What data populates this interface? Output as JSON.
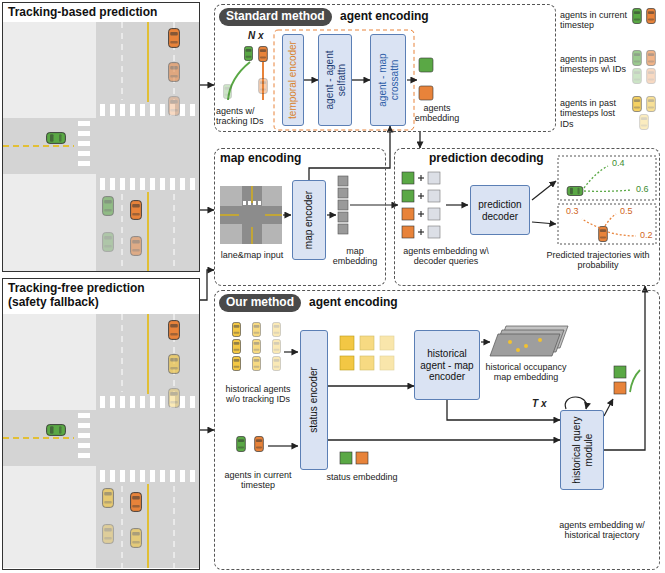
{
  "diagram": {
    "nodes": [
      {
        "text": [
          "Tracking-based prediction"
        ]
      },
      {
        "text": [
          "Tracking-free prediction (safety fallback)"
        ]
      },
      {
        "text": [
          "Standard method",
          "agent encoding"
        ]
      },
      {
        "text": [
          "temporal encoder"
        ],
        "in": 2
      },
      {
        "text": [
          "agent - agent selfattn"
        ],
        "in": 2
      },
      {
        "text": [
          "agent - map crossattn"
        ],
        "in": 2
      },
      {
        "text": [
          "map encoding"
        ]
      },
      {
        "text": [
          "map encoder"
        ],
        "in": 6
      },
      {
        "text": [
          "prediction decoding"
        ]
      },
      {
        "text": [
          "prediction decoder"
        ],
        "in": 8
      },
      {
        "text": [
          "Our method",
          "agent encoding"
        ]
      },
      {
        "text": [
          "status encoder"
        ],
        "in": 10
      },
      {
        "text": [
          "historical agent - map encoder"
        ],
        "in": 10
      },
      {
        "text": [
          "historical query module"
        ],
        "in": 10
      }
    ],
    "edges": [
      {
        "from": 0,
        "to": 2,
        "arrow": "to"
      },
      {
        "from": 0,
        "to": 6,
        "arrow": "to"
      },
      {
        "from": 1,
        "to": 6,
        "arrow": "to"
      },
      {
        "from": 1,
        "to": 10,
        "arrow": "to"
      },
      {
        "from": 3,
        "to": 4,
        "arrow": "to"
      },
      {
        "from": 4,
        "to": 5,
        "arrow": "to"
      },
      {
        "from": 7,
        "to": 5,
        "arrow": "to"
      },
      {
        "from": 2,
        "to": 8,
        "arrow": "to"
      },
      {
        "from": 11,
        "to": 12,
        "arrow": "to"
      },
      {
        "from": 11,
        "to": 13,
        "arrow": "to"
      },
      {
        "from": 12,
        "to": 13,
        "arrow": "to"
      },
      {
        "from": 13,
        "to": 8,
        "arrow": "to"
      }
    ],
    "labels": [
      "N x",
      "agents w/ tracking IDs",
      "agents embedding",
      "lane&map input",
      "map embedding",
      "agents embedding w\\ decoder queries",
      "0.4",
      "0.6",
      "0.3",
      "0.5",
      "0.2",
      "Predicted trajectories with probability",
      "historical agents w/o tracking IDs",
      "historical occupancy map embedding",
      "T x",
      "agents in current timestep",
      "status embedding",
      "agents embedding w/ historical trajectory"
    ],
    "legend": [
      {
        "text": "agents in current timestep"
      },
      {
        "text": "agents in past timesteps w\\ IDs"
      },
      {
        "text": "agents in past timesteps lost IDs"
      }
    ]
  }
}
